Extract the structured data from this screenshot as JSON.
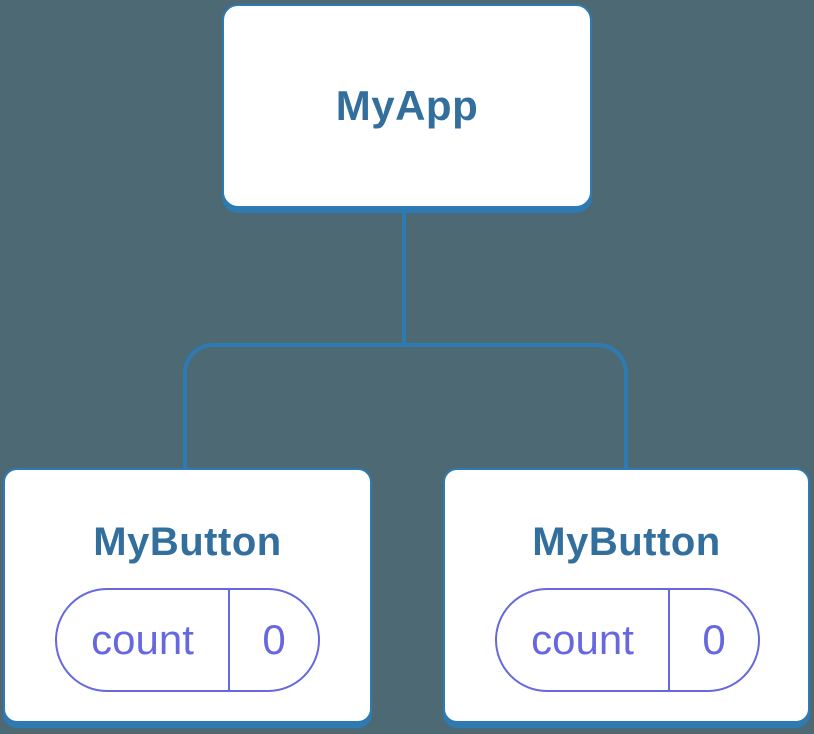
{
  "diagram": {
    "description": "React component tree diagram",
    "root": {
      "label": "MyApp"
    },
    "children": [
      {
        "label": "MyButton",
        "state": {
          "key": "count",
          "value": "0"
        }
      },
      {
        "label": "MyButton",
        "state": {
          "key": "count",
          "value": "0"
        }
      }
    ]
  },
  "theme": {
    "background": "#4d6973",
    "box_fill": "#ffffff",
    "line_blue": "#2e7ab2",
    "title_blue": "#336f9d",
    "state_violet": "#6768df"
  }
}
